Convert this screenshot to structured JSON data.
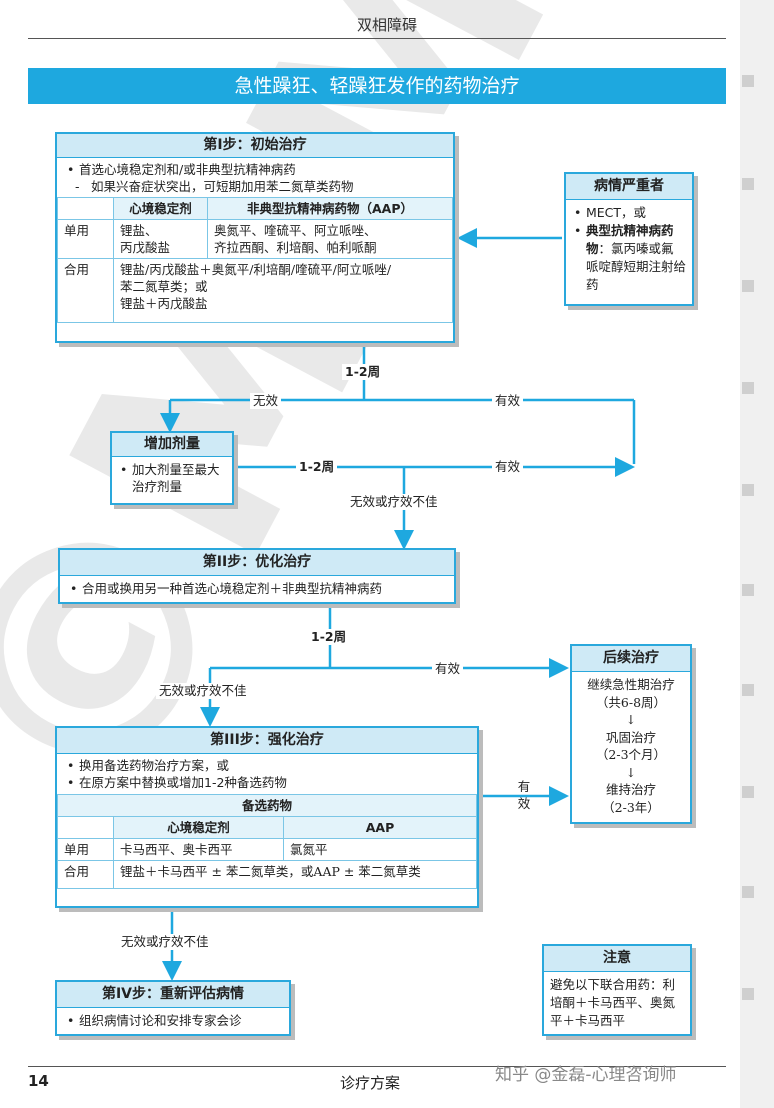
{
  "header": {
    "doc_title": "双相障碍",
    "banner": "急性躁狂、轻躁狂发作的药物治疗"
  },
  "watermark": {
    "big": "©MIMS",
    "credit": "知乎 @金磊-心理咨询师"
  },
  "step1": {
    "title": "第I步：初始治疗",
    "bullet": "首选心境稳定剂和/或非典型抗精神病药",
    "sub": "如果兴奋症状突出，可短期加用苯二氮草类药物",
    "col1": "心境稳定剂",
    "col2": "非典型抗精神病药物（AAP）",
    "single_label": "单用",
    "single_c1": "锂盐、\n丙戊酸盐",
    "single_c2": "奥氮平、喹硫平、阿立哌唑、\n齐拉西酮、利培酮、帕利哌酮",
    "combo_label": "合用",
    "combo": "锂盐/丙戊酸盐＋奥氮平/利培酮/喹硫平/阿立哌唑/\n苯二氮草类；或\n锂盐＋丙戊酸盐"
  },
  "severe": {
    "title": "病情严重者",
    "item1": "MECT，或",
    "item2_bold": "典型抗精神病药物",
    "item2_rest": "：氯丙嗪或氟哌啶醇短期注射给药"
  },
  "increase": {
    "title": "增加剂量",
    "bullet": "加大剂量至最大治疗剂量"
  },
  "step2": {
    "title": "第II步：优化治疗",
    "bullet": "合用或换用另一种首选心境稳定剂＋非典型抗精神病药"
  },
  "step3": {
    "title": "第III步：强化治疗",
    "bullet1": "换用备选药物治疗方案，或",
    "bullet2": "在原方案中替换或增加1-2种备选药物",
    "alt_header": "备选药物",
    "col1": "心境稳定剂",
    "col2": "AAP",
    "single_label": "单用",
    "single_c1": "卡马西平、奥卡西平",
    "single_c2": "氯氮平",
    "combo_label": "合用",
    "combo": "锂盐＋卡马西平 ± 苯二氮草类，或AAP ± 苯二氮草类"
  },
  "step4": {
    "title": "第IV步：重新评估病情",
    "bullet": "组织病情讨论和安排专家会诊"
  },
  "followup": {
    "title": "后续治疗",
    "l1": "继续急性期治疗",
    "l2": "（共6-8周）",
    "l3": "巩固治疗",
    "l4": "（2-3个月）",
    "l5": "维持治疗",
    "l6": "（2-3年）",
    "arrow": "↓"
  },
  "note": {
    "title": "注意",
    "text": "避免以下联合用药：利培酮＋卡马西平、奥氮平＋卡马西平"
  },
  "flow": {
    "w12a": "1-2周",
    "w12b": "1-2周",
    "w12c": "1-2周",
    "ineffective": "无效",
    "effective1": "有效",
    "effective2": "有效",
    "effective3": "有效",
    "effective4": "有效",
    "poor1": "无效或疗效不佳",
    "poor2": "无效或疗效不佳",
    "poor3": "无效或疗效不佳"
  },
  "footer": {
    "page": "14",
    "section": "诊疗方案"
  },
  "colors": {
    "accent": "#1ea8df",
    "header_fill": "#cfeaf6",
    "shadow": "#bcbcbc"
  }
}
